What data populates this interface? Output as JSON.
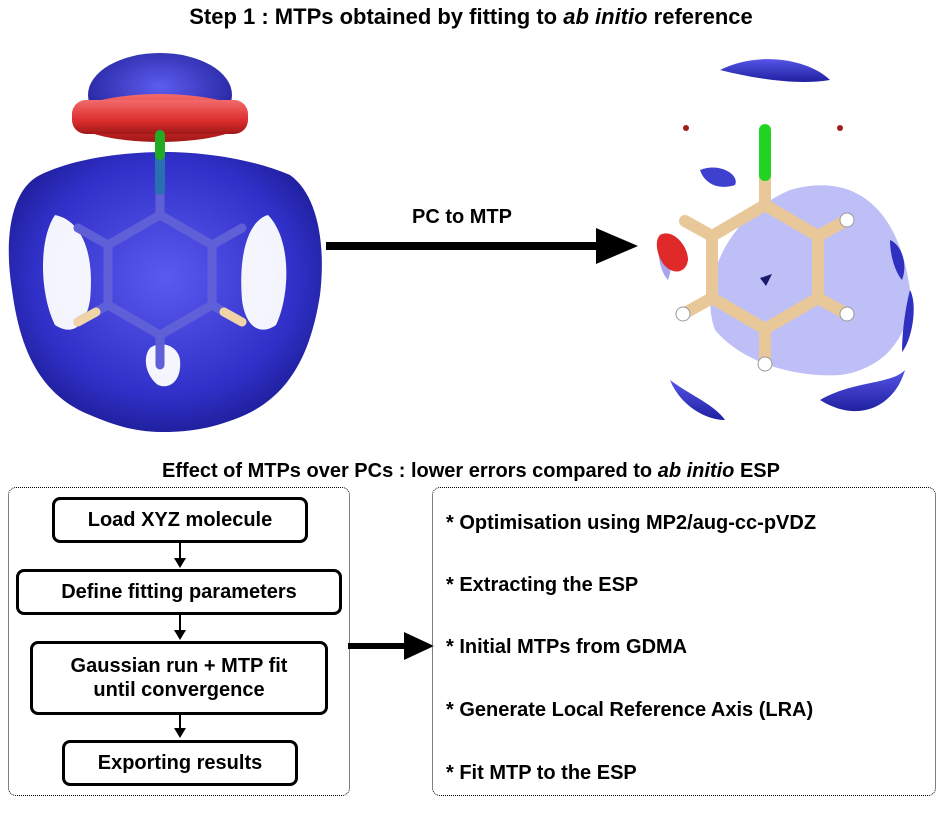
{
  "title": {
    "prefix": "Step 1 : MTPs obtained by fitting to ",
    "italic": "ab initio",
    "suffix": " reference"
  },
  "arrow_label": "PC to MTP",
  "subtitle": {
    "prefix": "Effect of MTPs over PCs : lower errors compared to ",
    "italic": "ab initio",
    "suffix": " ESP"
  },
  "workflow": {
    "steps": [
      "Load XYZ molecule",
      "Define fitting parameters",
      "Gaussian run + MTP fit",
      "until convergence",
      "Exporting results"
    ]
  },
  "details": {
    "items": [
      "* Optimisation using MP2/aug-cc-pVDZ",
      "* Extracting the ESP",
      "* Initial MTPs from GDMA",
      "* Generate Local Reference Axis (LRA)",
      "* Fit MTP to the ESP"
    ]
  },
  "colors": {
    "isosurface_blue": "#3b3ad6",
    "isosurface_red": "#e23a3a",
    "bond": "#f0d4a8",
    "chlorine": "#22cc22"
  }
}
